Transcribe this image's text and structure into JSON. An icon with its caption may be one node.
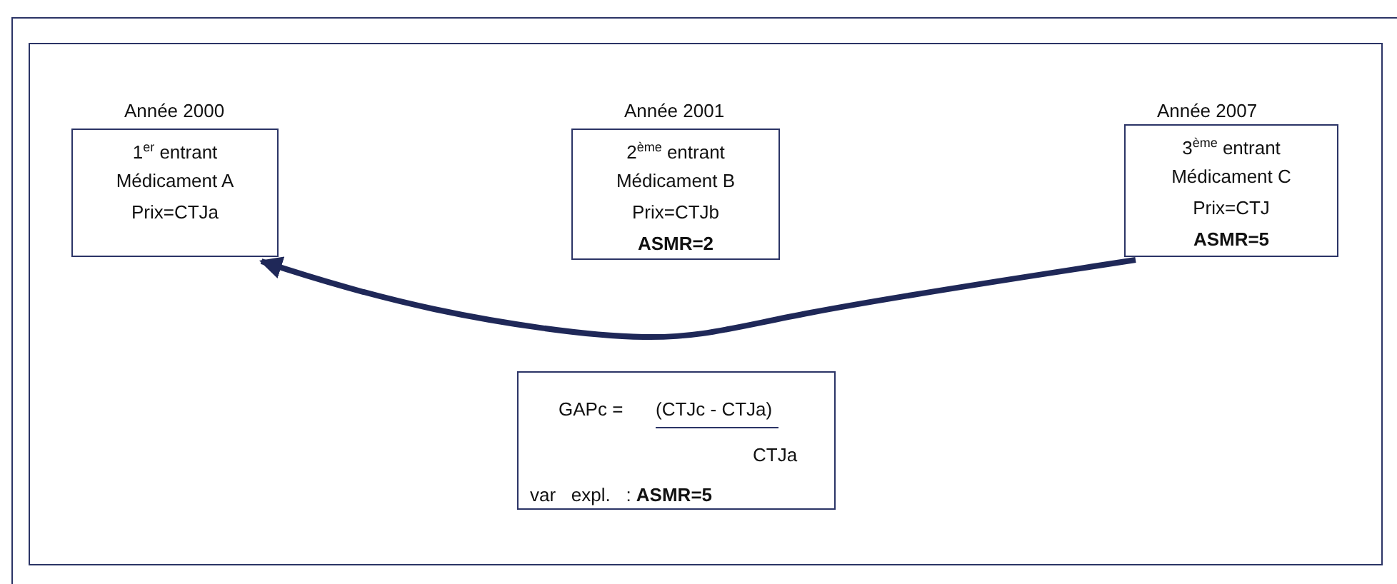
{
  "diagram": {
    "nodes": [
      {
        "text": [
          "Année 2000",
          "1$^{er}$ entrant",
          "Médicament A",
          "Prix=CTJa"
        ]
      },
      {
        "text": [
          "Année 2001",
          "2$^{ème}$ entrant",
          "Médicament B",
          "Prix=CTJb",
          "ASMR=2"
        ]
      },
      {
        "text": [
          "Année 2007",
          "3$^{ème}$ entrant",
          "Médicament C",
          "Prix=CTJ",
          "ASMR=5"
        ]
      },
      {
        "text": [
          "GAPc =",
          "(CTJc - CTJa)",
          "CTJa",
          "var   expl.   : **ASMR=5**"
        ]
      }
    ],
    "edges": [
      {
        "from": 2,
        "to": 0,
        "arrow": "to"
      }
    ]
  }
}
